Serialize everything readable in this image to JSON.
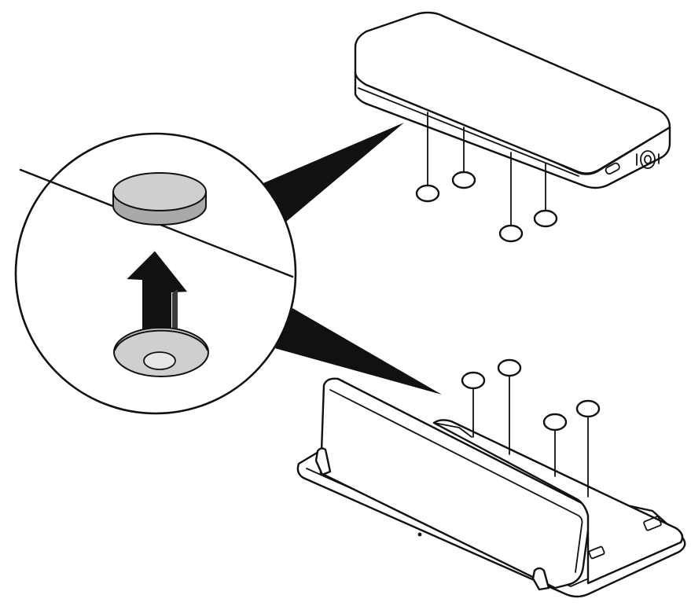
{
  "illustration": {
    "subject": "dock-mounting-pads-illustration",
    "colors": {
      "line": "#111111",
      "background": "#ffffff",
      "pad_fill": "#cfcfcf",
      "pad_side": "#a9a9a9",
      "arrow": "#111111"
    },
    "pad_count_on_dock": 4,
    "pad_count_on_stand": 4,
    "arrow_direction": "up"
  }
}
